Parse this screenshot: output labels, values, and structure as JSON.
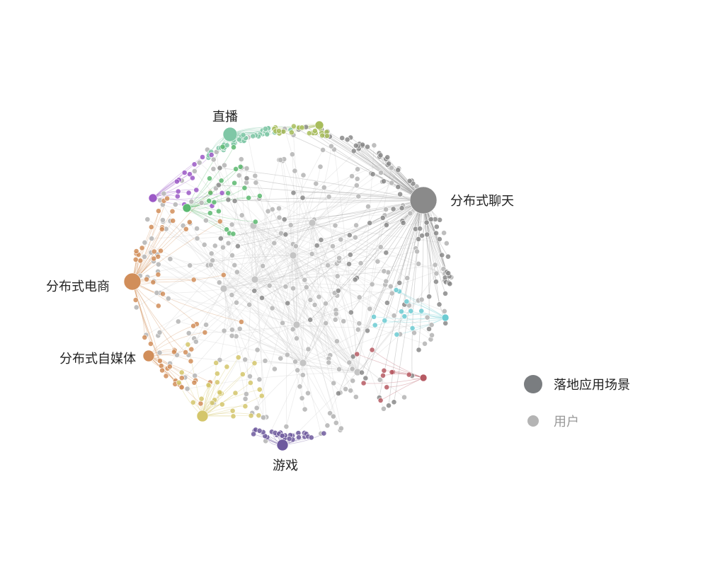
{
  "diagram": {
    "type": "network-graph",
    "hubs": [
      {
        "id": "chat",
        "label": "分布式聊天",
        "color": "#8a8a8a",
        "user_count": 110
      },
      {
        "id": "live",
        "label": "直播",
        "color": "#7fc7a6",
        "user_count": 45
      },
      {
        "id": "ecom",
        "label": "分布式电商",
        "color": "#d18e5a",
        "user_count": 40
      },
      {
        "id": "media",
        "label": "分布式自媒体",
        "color": "#d18e5a",
        "user_count": 18
      },
      {
        "id": "game",
        "label": "游戏",
        "color": "#6e5a9e",
        "user_count": 30
      },
      {
        "id": "purple",
        "label": "",
        "color": "#9b59c6",
        "user_count": 15
      },
      {
        "id": "green",
        "label": "",
        "color": "#5cb870",
        "user_count": 20
      },
      {
        "id": "olive",
        "label": "",
        "color": "#a8bd5c",
        "user_count": 20
      },
      {
        "id": "cyan",
        "label": "",
        "color": "#6ccbd2",
        "user_count": 12
      },
      {
        "id": "red",
        "label": "",
        "color": "#b65a63",
        "user_count": 10
      },
      {
        "id": "yellow",
        "label": "",
        "color": "#d4c66b",
        "user_count": 30
      }
    ],
    "user_color": "#bbbbbb",
    "background_user_count": 260
  },
  "legend": {
    "hub_label": "落地应用场景",
    "user_label": "用户",
    "hub_color": "#7a7d80",
    "user_color": "#b4b4b4"
  }
}
